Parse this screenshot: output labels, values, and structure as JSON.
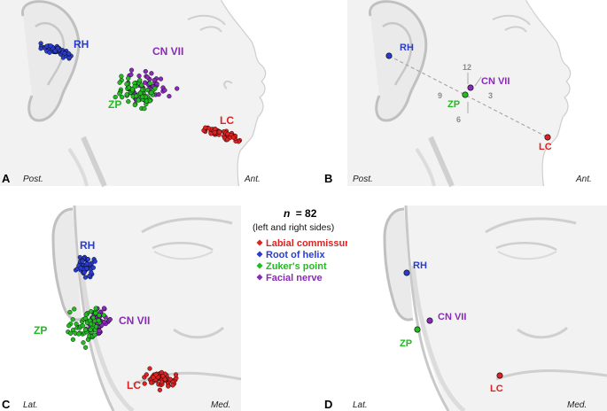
{
  "panels": {
    "A": {
      "letter": "A",
      "left_note": "Post.",
      "right_note": "Ant."
    },
    "B": {
      "letter": "B",
      "left_note": "Post.",
      "right_note": "Ant."
    },
    "C": {
      "letter": "C",
      "left_note": "Lat.",
      "right_note": "Med."
    },
    "D": {
      "letter": "D",
      "left_note": "Lat.",
      "right_note": "Med."
    }
  },
  "labels": {
    "rh": "RH",
    "cn7": "CN VII",
    "zp": "ZP",
    "lc": "LC"
  },
  "clock": {
    "twelve": "12",
    "three": "3",
    "six": "6",
    "nine": "9"
  },
  "legend": {
    "n_prefix": "n",
    "n_value": "= 82",
    "subtitle": "(left and right sides)",
    "items": [
      {
        "label": "Labial commissure",
        "color": "#dd2222"
      },
      {
        "label": "Root of helix",
        "color": "#2a3ccc"
      },
      {
        "label": "Zuker's point",
        "color": "#22bb22"
      },
      {
        "label": "Facial nerve",
        "color": "#8a2ab8"
      }
    ]
  },
  "colors": {
    "rh": "#2a3ccc",
    "cn7": "#8a2ab8",
    "zp": "#22bb22",
    "lc": "#dd2222",
    "face_line": "#c8c8c8",
    "face_fill": "#f1f1f1"
  }
}
